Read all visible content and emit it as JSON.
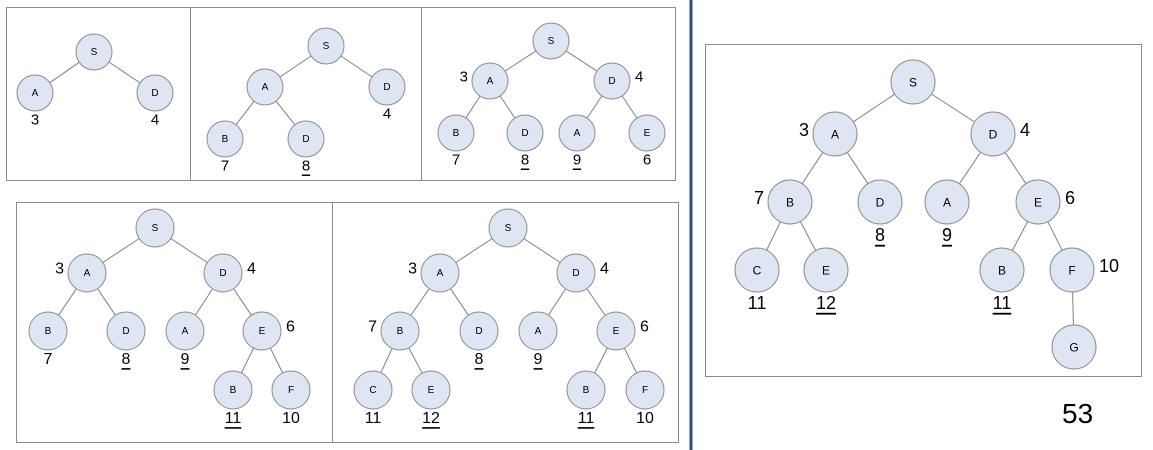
{
  "page_number": "53",
  "colors": {
    "node_fill": "#dde6f2",
    "node_stroke": "#8c8c8c",
    "edge": "#808080",
    "divider": "#2b4e7a"
  },
  "trees": [
    {
      "id": "step-1",
      "nodes": [
        {
          "label": "S"
        },
        {
          "label": "A",
          "cost": "3",
          "cost_pos": "below"
        },
        {
          "label": "D",
          "cost": "4",
          "cost_pos": "below"
        }
      ],
      "edges": [
        [
          0,
          1
        ],
        [
          0,
          2
        ]
      ]
    },
    {
      "id": "step-2",
      "nodes": [
        {
          "label": "S"
        },
        {
          "label": "A"
        },
        {
          "label": "D",
          "cost": "4",
          "cost_pos": "below"
        },
        {
          "label": "B",
          "cost": "7",
          "cost_pos": "below"
        },
        {
          "label": "D",
          "cost": "8",
          "cost_pos": "below",
          "underline": true
        }
      ],
      "edges": [
        [
          0,
          1
        ],
        [
          0,
          2
        ],
        [
          1,
          3
        ],
        [
          1,
          4
        ]
      ]
    },
    {
      "id": "step-3",
      "nodes": [
        {
          "label": "S"
        },
        {
          "label": "A",
          "cost": "3",
          "cost_pos": "left"
        },
        {
          "label": "D",
          "cost": "4",
          "cost_pos": "right"
        },
        {
          "label": "B",
          "cost": "7",
          "cost_pos": "below"
        },
        {
          "label": "D",
          "cost": "8",
          "cost_pos": "below",
          "underline": true
        },
        {
          "label": "A",
          "cost": "9",
          "cost_pos": "below",
          "underline": true
        },
        {
          "label": "E",
          "cost": "6",
          "cost_pos": "below"
        }
      ],
      "edges": [
        [
          0,
          1
        ],
        [
          0,
          2
        ],
        [
          1,
          3
        ],
        [
          1,
          4
        ],
        [
          2,
          5
        ],
        [
          2,
          6
        ]
      ]
    },
    {
      "id": "step-4",
      "nodes": [
        {
          "label": "S"
        },
        {
          "label": "A",
          "cost": "3",
          "cost_pos": "left"
        },
        {
          "label": "D",
          "cost": "4",
          "cost_pos": "right"
        },
        {
          "label": "B",
          "cost": "7",
          "cost_pos": "below"
        },
        {
          "label": "D",
          "cost": "8",
          "cost_pos": "below",
          "underline": true
        },
        {
          "label": "A",
          "cost": "9",
          "cost_pos": "below",
          "underline": true
        },
        {
          "label": "E",
          "cost": "6",
          "cost_pos": "right"
        },
        {
          "label": "B",
          "cost": "11",
          "cost_pos": "below",
          "underline": true
        },
        {
          "label": "F",
          "cost": "10",
          "cost_pos": "below"
        }
      ],
      "edges": [
        [
          0,
          1
        ],
        [
          0,
          2
        ],
        [
          1,
          3
        ],
        [
          1,
          4
        ],
        [
          2,
          5
        ],
        [
          2,
          6
        ],
        [
          6,
          7
        ],
        [
          6,
          8
        ]
      ]
    },
    {
      "id": "step-5",
      "nodes": [
        {
          "label": "S"
        },
        {
          "label": "A",
          "cost": "3",
          "cost_pos": "left"
        },
        {
          "label": "D",
          "cost": "4",
          "cost_pos": "right"
        },
        {
          "label": "B",
          "cost": "7",
          "cost_pos": "left"
        },
        {
          "label": "D",
          "cost": "8",
          "cost_pos": "below",
          "underline": true
        },
        {
          "label": "A",
          "cost": "9",
          "cost_pos": "below",
          "underline": true
        },
        {
          "label": "E",
          "cost": "6",
          "cost_pos": "right"
        },
        {
          "label": "C",
          "cost": "11",
          "cost_pos": "below"
        },
        {
          "label": "E",
          "cost": "12",
          "cost_pos": "below",
          "underline": true
        },
        {
          "label": "B",
          "cost": "11",
          "cost_pos": "below",
          "underline": true
        },
        {
          "label": "F",
          "cost": "10",
          "cost_pos": "below"
        }
      ],
      "edges": [
        [
          0,
          1
        ],
        [
          0,
          2
        ],
        [
          1,
          3
        ],
        [
          1,
          4
        ],
        [
          2,
          5
        ],
        [
          2,
          6
        ],
        [
          3,
          7
        ],
        [
          3,
          8
        ],
        [
          6,
          9
        ],
        [
          6,
          10
        ]
      ]
    },
    {
      "id": "step-6",
      "nodes": [
        {
          "label": "S"
        },
        {
          "label": "A",
          "cost": "3",
          "cost_pos": "left"
        },
        {
          "label": "D",
          "cost": "4",
          "cost_pos": "right"
        },
        {
          "label": "B",
          "cost": "7",
          "cost_pos": "left"
        },
        {
          "label": "D",
          "cost": "8",
          "cost_pos": "below",
          "underline": true
        },
        {
          "label": "A",
          "cost": "9",
          "cost_pos": "below",
          "underline": true
        },
        {
          "label": "E",
          "cost": "6",
          "cost_pos": "right"
        },
        {
          "label": "C",
          "cost": "11",
          "cost_pos": "below"
        },
        {
          "label": "E",
          "cost": "12",
          "cost_pos": "below",
          "underline": true
        },
        {
          "label": "B",
          "cost": "11",
          "cost_pos": "below",
          "underline": true
        },
        {
          "label": "F",
          "cost": "10",
          "cost_pos": "right"
        },
        {
          "label": "G"
        }
      ],
      "edges": [
        [
          0,
          1
        ],
        [
          0,
          2
        ],
        [
          1,
          3
        ],
        [
          1,
          4
        ],
        [
          2,
          5
        ],
        [
          2,
          6
        ],
        [
          3,
          7
        ],
        [
          3,
          8
        ],
        [
          6,
          9
        ],
        [
          6,
          10
        ],
        [
          10,
          11
        ]
      ]
    }
  ]
}
